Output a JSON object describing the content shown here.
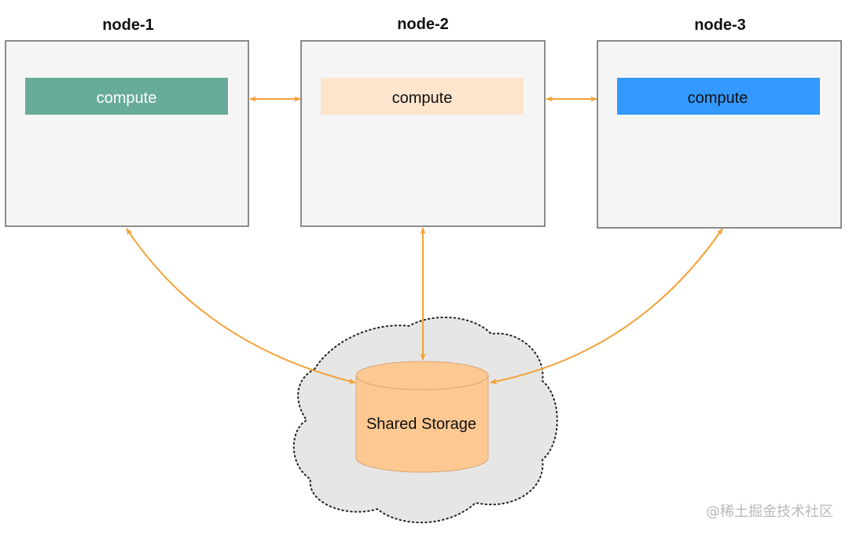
{
  "nodes": [
    {
      "title": "node-1",
      "compute_label": "compute",
      "compute_color": "#67ab9a",
      "compute_text_color": "#ffffff"
    },
    {
      "title": "node-2",
      "compute_label": "compute",
      "compute_color": "#fde5cd",
      "compute_text_color": "#111111"
    },
    {
      "title": "node-3",
      "compute_label": "compute",
      "compute_color": "#3399ff",
      "compute_text_color": "#111111"
    }
  ],
  "storage": {
    "label": "Shared Storage",
    "fill_color": "#fdc892",
    "cloud_color": "#e6e6e6"
  },
  "connectors": {
    "color": "#f5a035",
    "links": [
      "node-1 <-> node-2",
      "node-2 <-> node-3",
      "node-1 <-> Shared Storage",
      "node-2 <-> Shared Storage",
      "node-3 <-> Shared Storage"
    ]
  },
  "watermark": "@稀土掘金技术社区"
}
